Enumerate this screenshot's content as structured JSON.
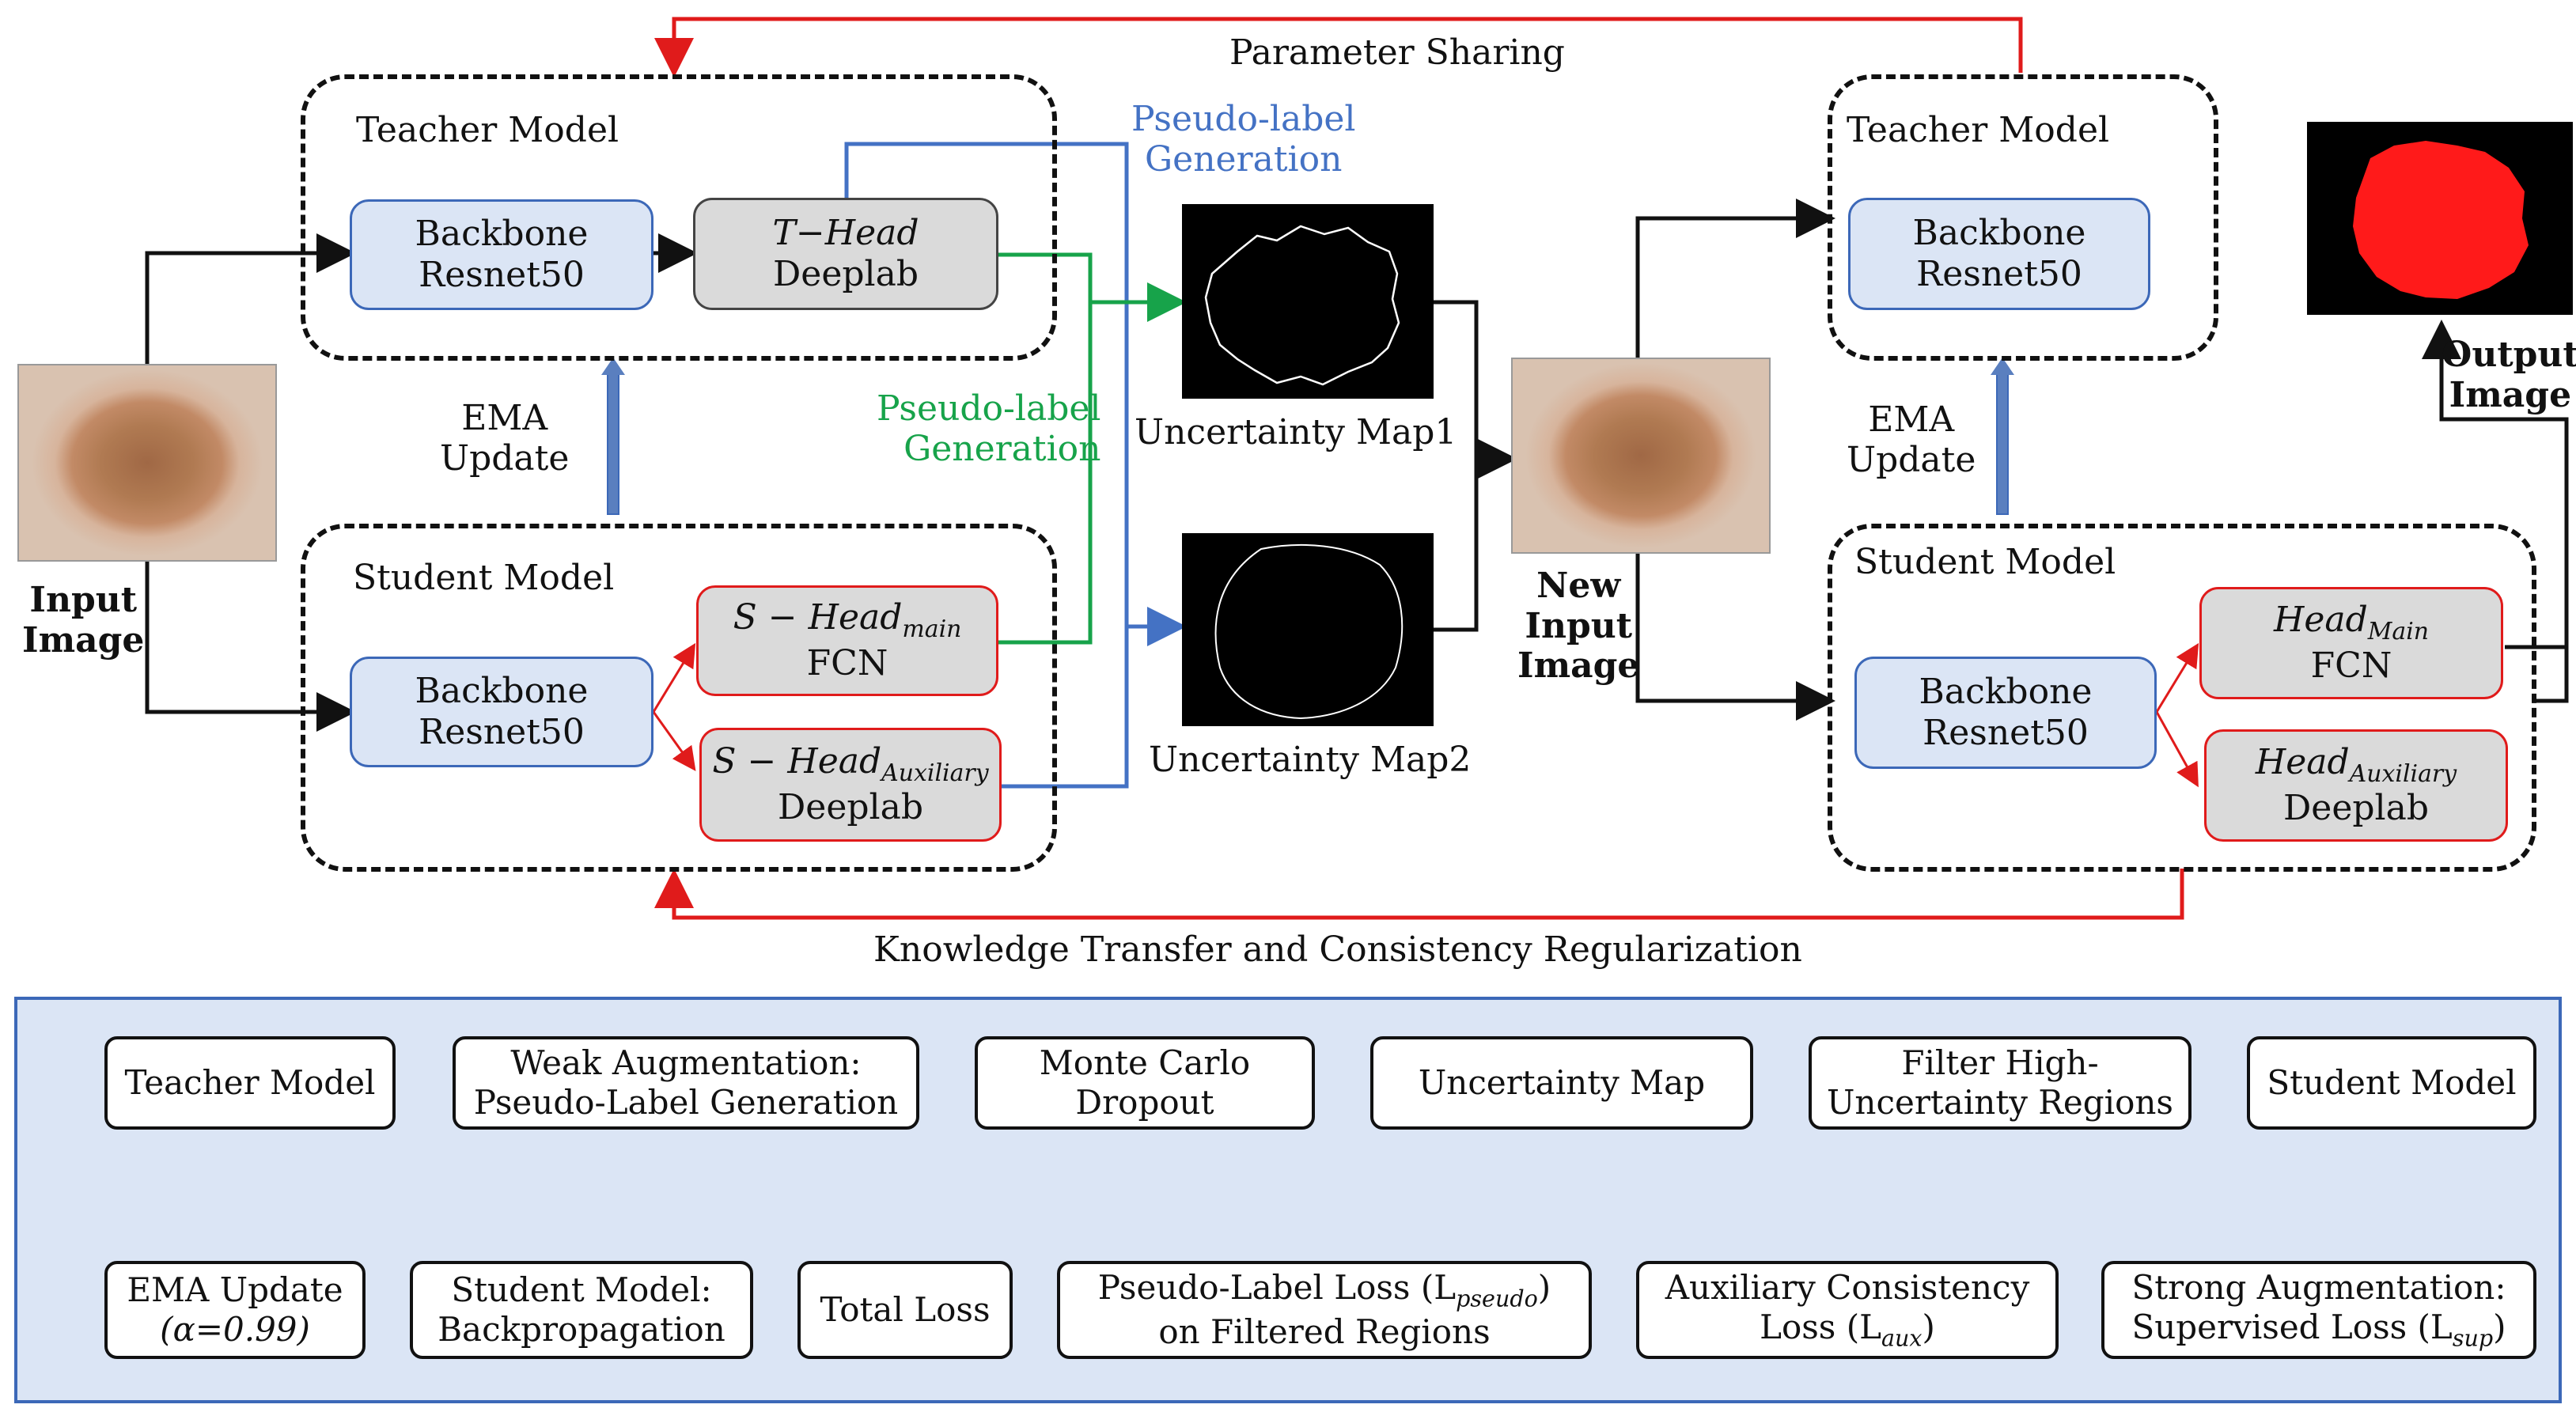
{
  "top": {
    "parameter_sharing": "Parameter Sharing",
    "knowledge_transfer": "Knowledge Transfer and Consistency Regularization",
    "input_image": [
      "Input",
      "Image"
    ],
    "new_input_image": [
      "New",
      "Input",
      "Image"
    ],
    "output_image": [
      "Output",
      "Image"
    ],
    "left": {
      "teacher_title": "Teacher Model",
      "student_title": "Student Model",
      "backbone": [
        "Backbone",
        "Resnet50"
      ],
      "t_head": [
        "T−Head",
        "Deeplab"
      ],
      "s_head_main": [
        "S − Head",
        "main",
        "FCN"
      ],
      "s_head_aux": [
        "S − Head",
        "Auxiliary",
        "Deeplab"
      ],
      "ema_update": [
        "EMA",
        "Update"
      ]
    },
    "pseudo_label_blue": [
      "Pseudo-label",
      "Generation"
    ],
    "pseudo_label_green": [
      "Pseudo-label",
      "Generation"
    ],
    "uncertainty_map1": "Uncertainty Map1",
    "uncertainty_map2": "Uncertainty Map2",
    "right": {
      "teacher_title": "Teacher Model",
      "student_title": "Student Model",
      "backbone": [
        "Backbone",
        "Resnet50"
      ],
      "head_main": [
        "Head",
        "Main",
        "FCN"
      ],
      "head_aux": [
        "Head",
        "Auxiliary",
        "Deeplab"
      ],
      "ema_update": [
        "EMA",
        "Update"
      ]
    }
  },
  "bottom": {
    "row1": [
      [
        "Teacher Model"
      ],
      [
        "Weak Augmentation:",
        "Pseudo-Label Generation"
      ],
      [
        "Monte Carlo",
        "Dropout"
      ],
      [
        "Uncertainty Map"
      ],
      [
        "Filter High-",
        "Uncertainty Regions"
      ],
      [
        "Student Model"
      ]
    ],
    "row2": {
      "ema": [
        "EMA Update",
        "(α=0.99)"
      ],
      "backprop": [
        "Student Model:",
        "Backpropagation"
      ],
      "total": [
        "Total Loss"
      ],
      "pseudo_loss": [
        "Pseudo-Label Loss (L",
        "pseudo",
        ")",
        "on Filtered Regions"
      ],
      "aux_loss": [
        "Auxiliary Consistency",
        "Loss (L",
        "aux",
        ")"
      ],
      "strong": [
        "Strong Augmentation:",
        "Supervised  Loss (L",
        "sup",
        ")"
      ]
    }
  },
  "colors": {
    "red": "#e01b1b",
    "blue": "#4472c4",
    "green": "#17a34a",
    "box_blue": "#dbe5f5",
    "box_gray": "#dadada"
  }
}
